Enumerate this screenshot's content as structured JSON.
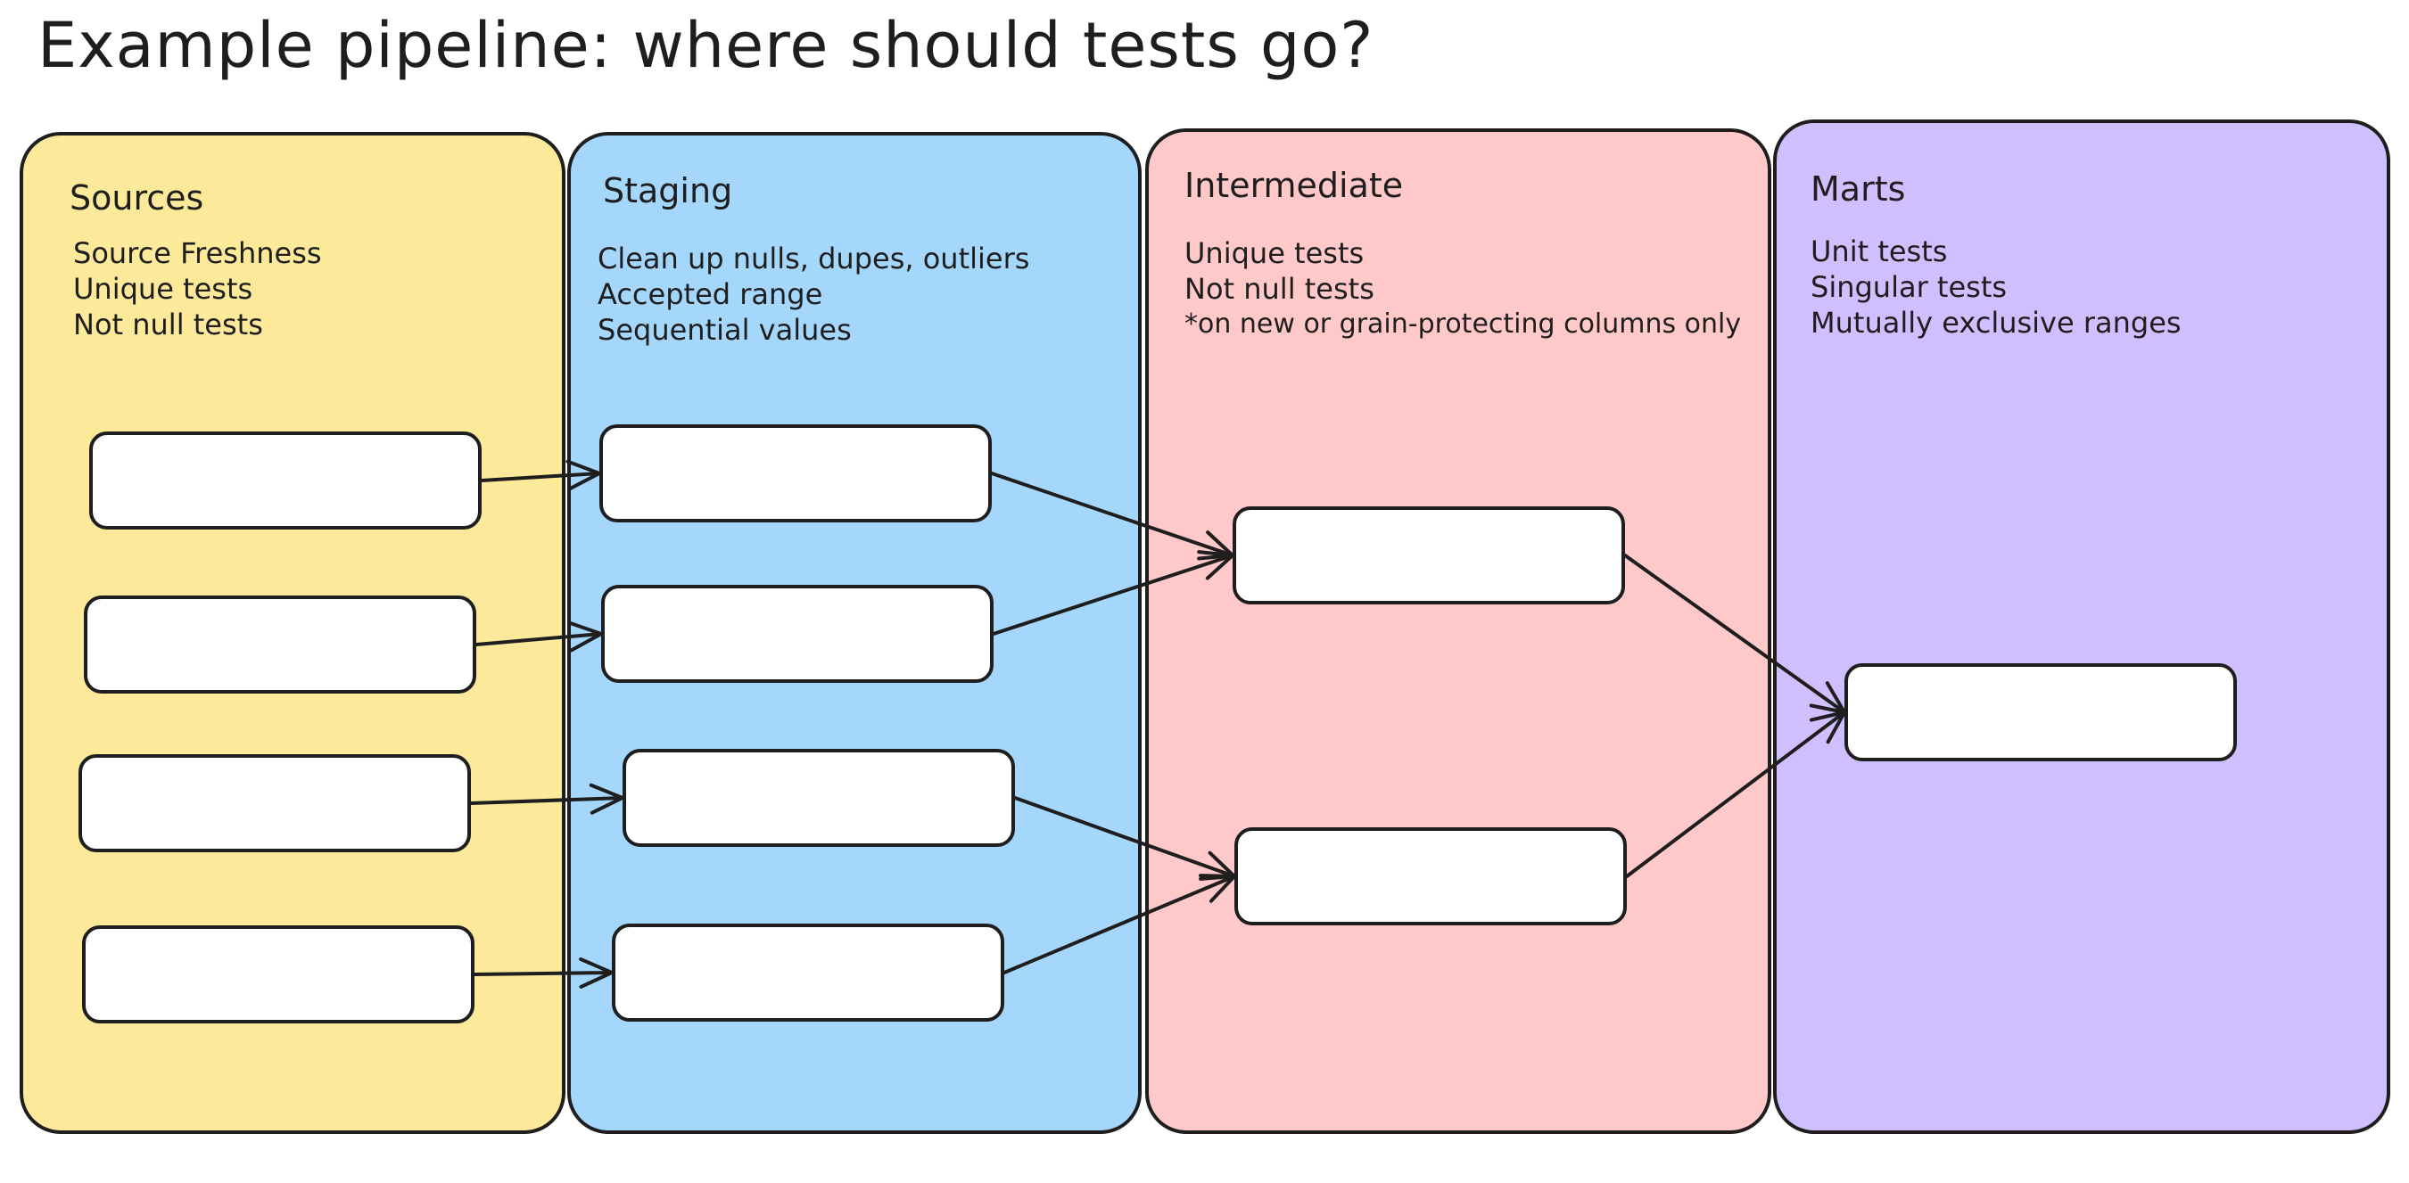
{
  "title": "Example pipeline: where should tests go?",
  "lanes": [
    {
      "title": "Sources",
      "color": "#fce999",
      "notes": [
        "Source Freshness",
        "Unique tests",
        "Not null tests"
      ]
    },
    {
      "title": "Staging",
      "color": "#a5d7fd",
      "notes": [
        "Clean up nulls, dupes, outliers",
        "Accepted range",
        "Sequential values"
      ]
    },
    {
      "title": "Intermediate",
      "color": "#ffc9c9",
      "notes": [
        "Unique tests",
        "Not null tests",
        "*on new or grain-protecting columns only"
      ]
    },
    {
      "title": "Marts",
      "color": "#d0bfff",
      "notes": [
        "Unit tests",
        "Singular tests",
        "Mutually exclusive ranges"
      ]
    }
  ],
  "edges": [
    [
      "source-1",
      "staging-1"
    ],
    [
      "source-2",
      "staging-2"
    ],
    [
      "source-3",
      "staging-3"
    ],
    [
      "source-4",
      "staging-4"
    ],
    [
      "staging-1",
      "intermediate-1"
    ],
    [
      "staging-2",
      "intermediate-1"
    ],
    [
      "staging-3",
      "intermediate-2"
    ],
    [
      "staging-4",
      "intermediate-2"
    ],
    [
      "intermediate-1",
      "mart-1"
    ],
    [
      "intermediate-2",
      "mart-1"
    ]
  ]
}
